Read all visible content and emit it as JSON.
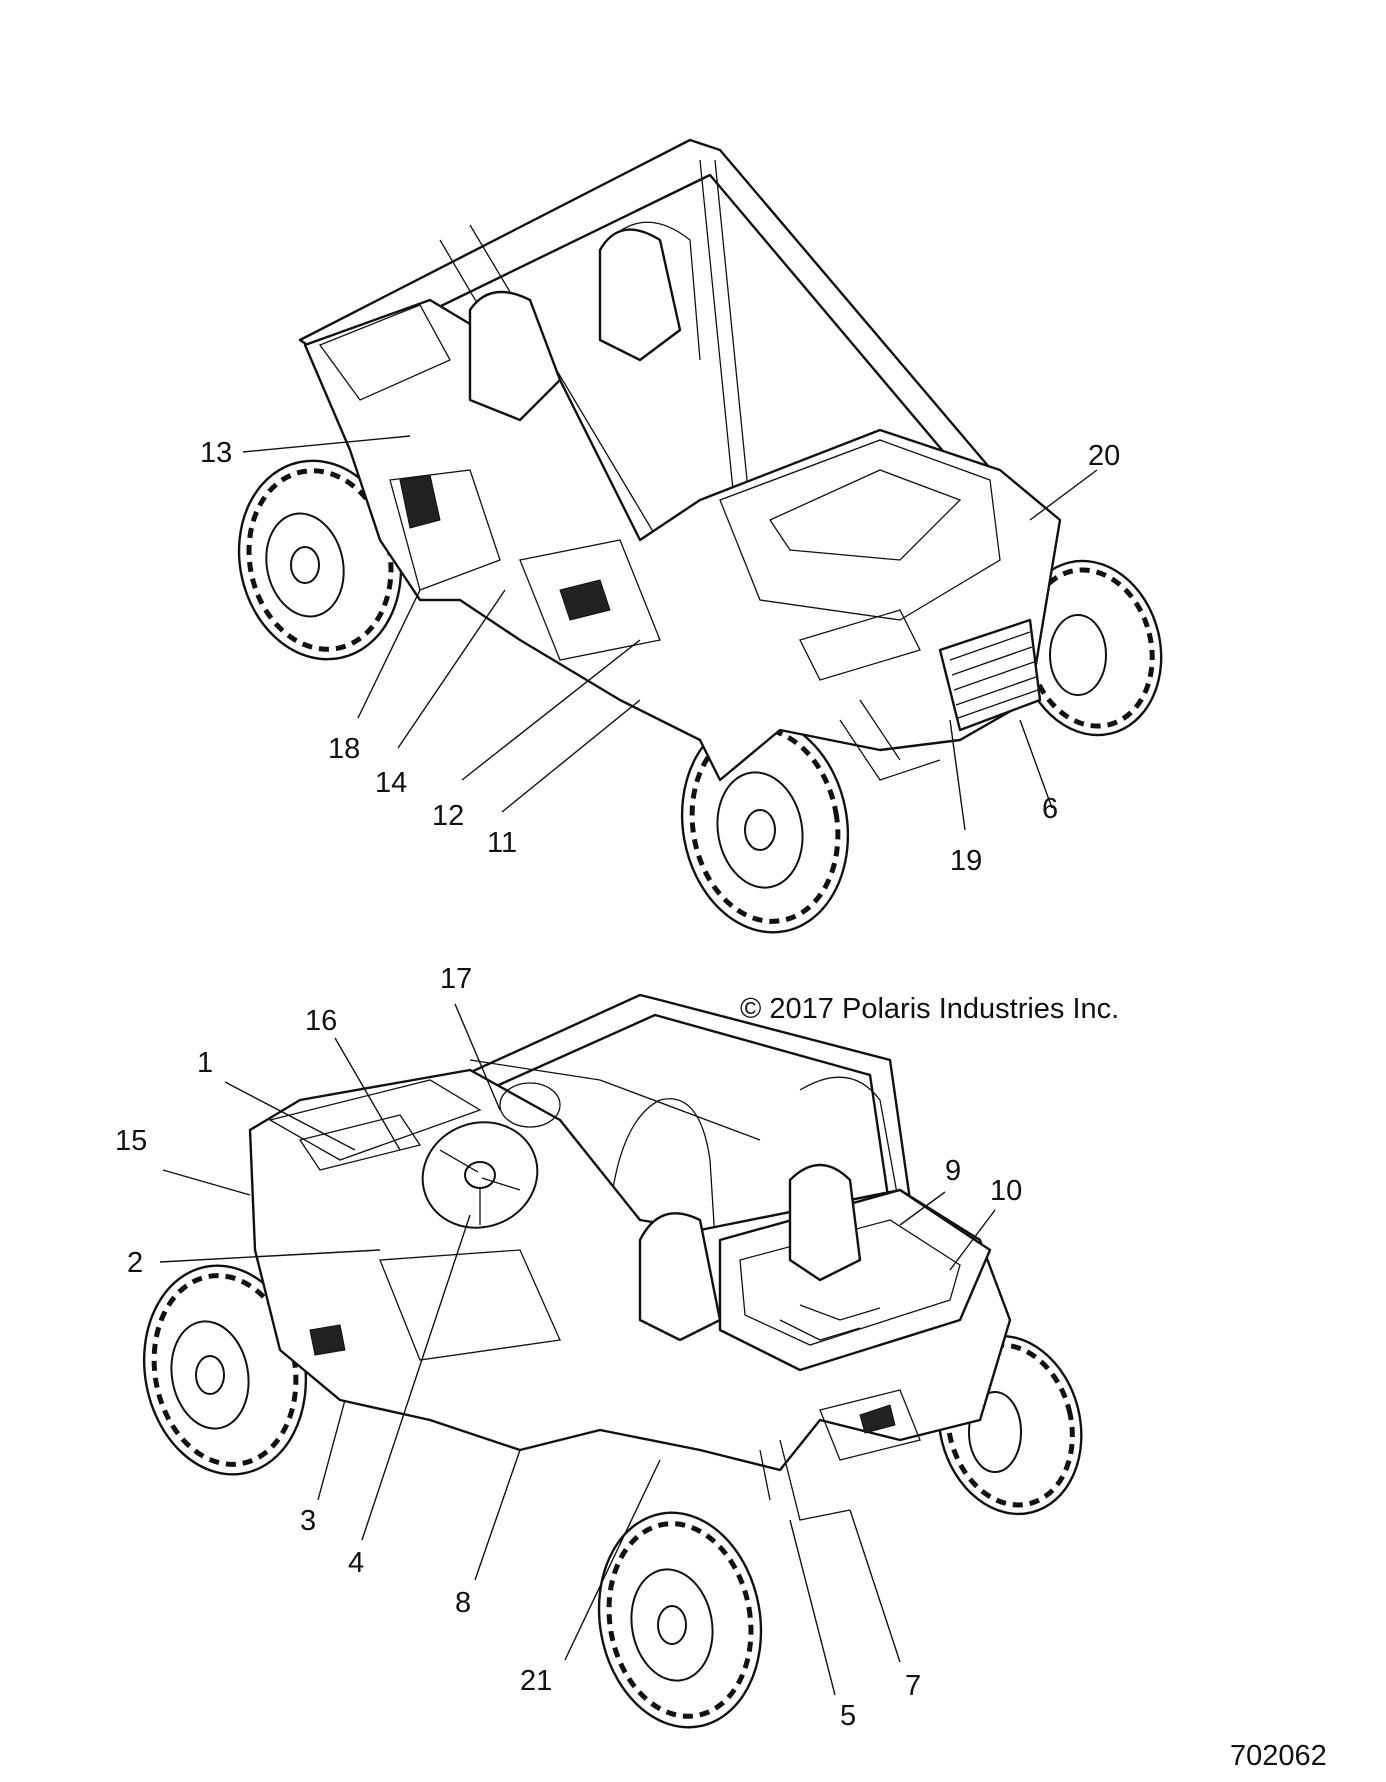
{
  "copyright": "© 2017 Polaris Industries Inc.",
  "figure_number": "702062",
  "callouts": {
    "c1": "1",
    "c2": "2",
    "c3": "3",
    "c4": "4",
    "c5": "5",
    "c6": "6",
    "c7": "7",
    "c8": "8",
    "c9": "9",
    "c10": "10",
    "c11": "11",
    "c12": "12",
    "c13": "13",
    "c14": "14",
    "c15": "15",
    "c16": "16",
    "c17": "17",
    "c18": "18",
    "c19": "19",
    "c20": "20",
    "c21": "21"
  }
}
